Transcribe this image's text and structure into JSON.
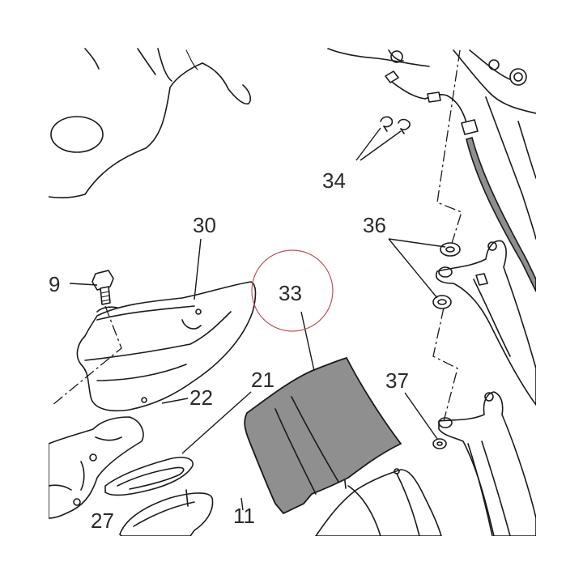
{
  "callouts": {
    "c9": "9",
    "c11": "11",
    "c21": "21",
    "c22": "22",
    "c27": "27",
    "c30": "30",
    "c33": "33",
    "c34": "34",
    "c36": "36",
    "c37": "37"
  },
  "colors": {
    "highlight_part": "#8f8f8f",
    "highlight_circle": "#c0505a",
    "line": "#1a1a1a"
  }
}
